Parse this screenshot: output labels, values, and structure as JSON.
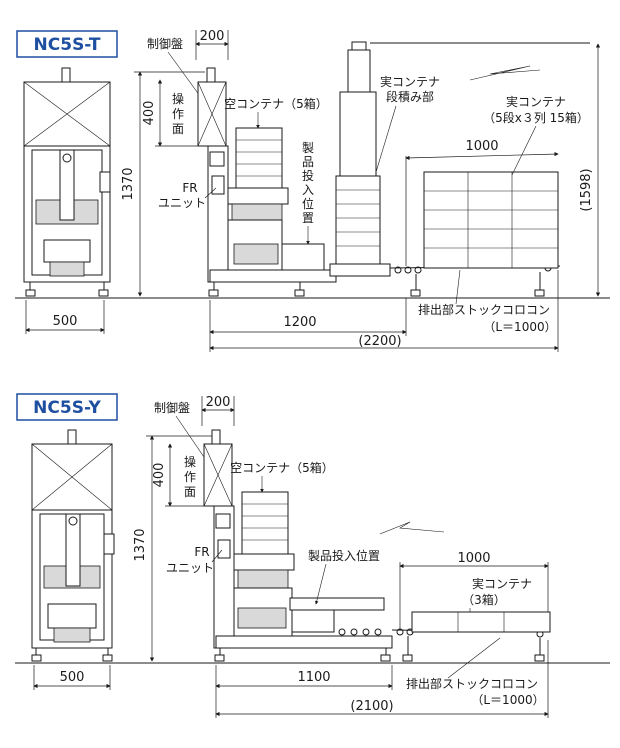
{
  "top": {
    "model": "NC5S-T",
    "labels": {
      "control_panel": "制御盤",
      "op_line1": "操",
      "op_line2": "作",
      "op_line3": "面",
      "empty_container": "空コンテナ（5箱）",
      "fr_line1": "FR",
      "fr_line2": "ユニット",
      "product_input": [
        "製",
        "品",
        "投",
        "入",
        "位",
        "置"
      ],
      "real_stack_line1": "実コンテナ",
      "real_stack_line2": "段積み部",
      "real_container_line1": "実コンテナ",
      "real_container_line2": "（5段x３列 15箱）",
      "conveyor": "排出部ストックコロコン",
      "conveyor_len": "（L＝1000）"
    },
    "dims": {
      "w200": "200",
      "h400": "400",
      "h1370": "1370",
      "w500": "500",
      "w1200": "1200",
      "w2200": "(2200)",
      "w1000": "1000",
      "h1598": "(1598)"
    }
  },
  "bottom": {
    "model": "NC5S-Y",
    "labels": {
      "control_panel": "制御盤",
      "op_line1": "操",
      "op_line2": "作",
      "op_line3": "面",
      "empty_container": "空コンテナ（5箱）",
      "fr_line1": "FR",
      "fr_line2": "ユニット",
      "product_input": "製品投入位置",
      "real_container_line1": "実コンテナ",
      "real_container_line2": "（3箱）",
      "conveyor": "排出部ストックコロコン",
      "conveyor_len": "（L＝1000）"
    },
    "dims": {
      "w200": "200",
      "h400": "400",
      "h1370": "1370",
      "w500": "500",
      "w1100": "1100",
      "w2100": "(2100)",
      "w1000": "1000"
    }
  }
}
